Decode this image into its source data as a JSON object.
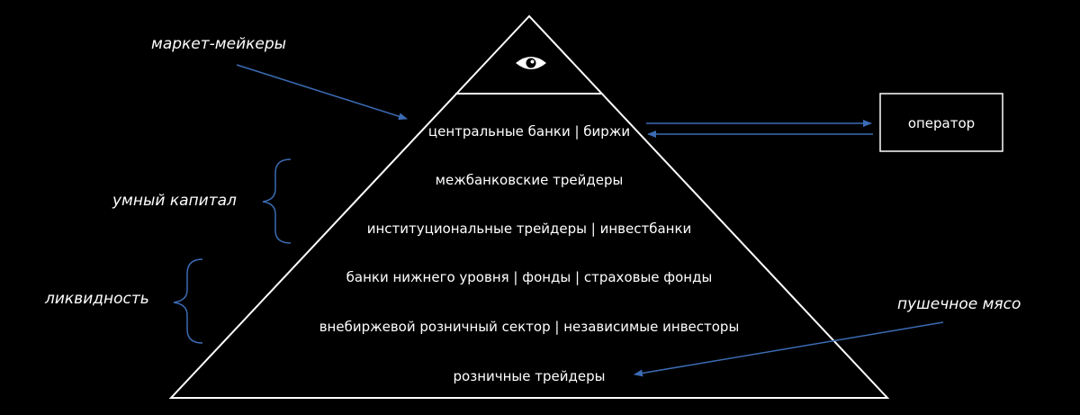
{
  "pyramid": {
    "apex_icon": "eye-icon",
    "levels": [
      "центральные банки | биржи",
      "межбанковские трейдеры",
      "институциональные трейдеры | инвестбанки",
      "банки нижнего уровня | фонды | страховые фонды",
      "внебиржевой розничный сектор | независимые инвесторы",
      "розничные трейдеры"
    ]
  },
  "operator": {
    "label": "оператор"
  },
  "annotations": {
    "market_makers": "маркет-мейкеры",
    "smart_money": "умный капитал",
    "liquidity": "ликвидность",
    "cannon_fodder": "пушечное мясо"
  },
  "colors": {
    "background": "#000000",
    "lines": "#ffffff",
    "accent": "#3b6bb3"
  }
}
